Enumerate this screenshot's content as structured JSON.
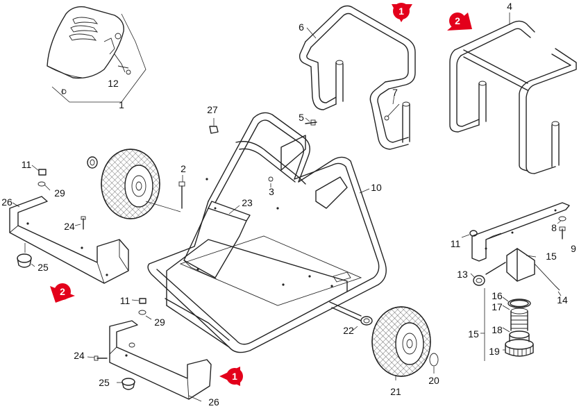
{
  "labels": [
    "1",
    "2",
    "3",
    "4",
    "5",
    "6",
    "7",
    "8",
    "9",
    "10",
    "11",
    "11",
    "11",
    "12",
    "13",
    "14",
    "15",
    "15",
    "16",
    "17",
    "18",
    "19",
    "20",
    "21",
    "22",
    "23",
    "24",
    "24",
    "25",
    "25",
    "26",
    "26",
    "27",
    "29",
    "29"
  ],
  "badges": [
    "1",
    "2",
    "2",
    "1"
  ],
  "colors": {
    "badge": "#e3001b",
    "line": "#222222",
    "background": "#ffffff"
  }
}
